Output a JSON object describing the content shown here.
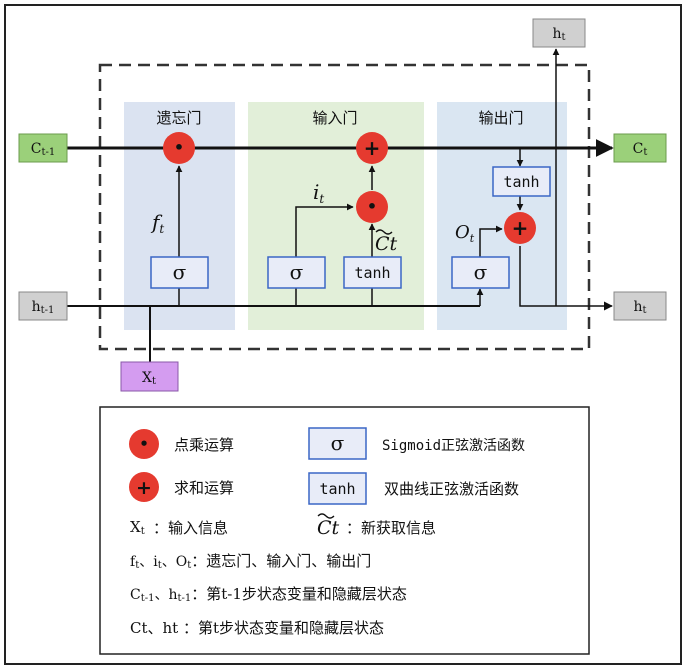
{
  "gates": {
    "forget": "遗忘门",
    "input": "输入门",
    "output": "输出门"
  },
  "nodes": {
    "c_prev_main": "C",
    "c_prev_sub": "t-1",
    "c_out_main": "C",
    "c_out_sub": "t",
    "h_prev_main": "h",
    "h_prev_sub": "t-1",
    "h_out_right_main": "h",
    "h_out_right_sub": "t",
    "h_out_top_main": "h",
    "h_out_top_sub": "t",
    "x_main": "X",
    "x_sub": "t"
  },
  "ops": {
    "multiply": "•",
    "add": "+",
    "sigma": "σ",
    "tanh": "tanh"
  },
  "labels": {
    "f_main": "f",
    "f_sub": "t",
    "i_main": "i",
    "i_sub": "t",
    "o_main": "O",
    "o_sub": "t",
    "ct_tilde": "Ct"
  },
  "legend": {
    "multiply": "点乘运算",
    "add": "求和运算",
    "sigmoid": "Sigmoid正弦激活函数",
    "tanh": "双曲线正弦激活函数",
    "x_main": "X",
    "x_sub": "t",
    "x_desc": "：输入信息",
    "ct_tilde": "Ct",
    "ct_desc": "：新获取信息",
    "gates_f": "f",
    "gates_i": "i",
    "gates_o": "O",
    "gates_sub": "t",
    "gates_sep": "、",
    "gates_desc": "：遗忘门、输入门、输出门",
    "prev_c": "C",
    "prev_h": "h",
    "prev_sub": "t-1",
    "prev_sep": "、",
    "prev_desc": "：第t-1步状态变量和隐藏层状态",
    "curr_text": "Ct、ht ：第t步状态变量和隐藏层状态"
  },
  "colors": {
    "forget_bg": "#dbe3f1",
    "input_bg": "#e2efd9",
    "output_bg": "#dae6f2",
    "op_red": "#e53a2f",
    "green_node": "#9bd07a",
    "gray_node": "#d0d0d0",
    "purple_node": "#d49cf0",
    "act_fill": "#e8ecf8",
    "act_border": "#3a66c6"
  }
}
